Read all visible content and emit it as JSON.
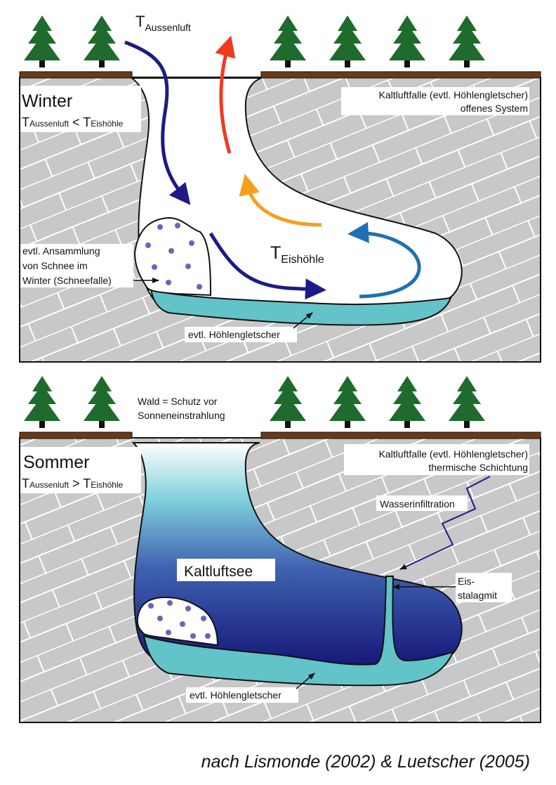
{
  "winter": {
    "title": "Winter",
    "condition": {
      "t1": "T",
      "s1": "Aussenluft",
      "op": " < ",
      "t2": "T",
      "s2": "Eishöhle"
    },
    "outside_air": {
      "t": "T",
      "s": "Aussenluft"
    },
    "cave_air": {
      "t": "T",
      "s": "Eishöhle"
    },
    "trap_label_1": "Kaltluftfalle  (evtl. Höhlengletscher)",
    "trap_label_2": "offenes System",
    "snow_label": [
      "evtl. Ansammlung",
      "von Schnee im",
      "Winter (Schneefalle)"
    ],
    "glacier_label": "evtl. Höhlengletscher"
  },
  "summer": {
    "title": "Sommer",
    "condition": {
      "t1": "T",
      "s1": "Aussenluft",
      "op": " > ",
      "t2": "T",
      "s2": "Eishöhle"
    },
    "forest_label": [
      "Wald = Schutz vor",
      "Sonneneinstrahlung"
    ],
    "trap_label_1": "Kaltluftfalle  (evtl. Höhlengletscher)",
    "trap_label_2": "thermische Schichtung",
    "water_label": "Wasserinfiltration",
    "lake_label": "Kaltluftsee",
    "stalagmite_label": [
      "Eis-",
      "stalagmit"
    ],
    "glacier_label": "evtl. Höhlengletscher"
  },
  "citation": "nach Lismonde (2002) & Luetscher (2005)",
  "colors": {
    "rock": "#c8c8c8",
    "ground": "#6b3a14",
    "tree": "#1f6b2d",
    "glacier": "#62c3c9",
    "cold_arrow": "#1e1a87",
    "warm_arrow": "#ee3a1e",
    "mid_arrow": "#f2a11c",
    "blue_arrow": "#1f6fb5"
  }
}
